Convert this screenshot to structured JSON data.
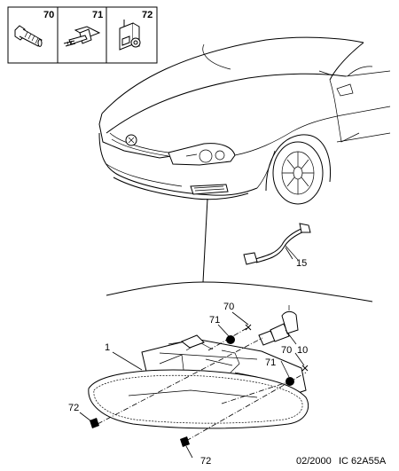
{
  "parts_box": [
    {
      "ref": "70",
      "icon": "bolt-icon"
    },
    {
      "ref": "71",
      "icon": "clip-bolt-icon"
    },
    {
      "ref": "72",
      "icon": "spring-clip-icon"
    }
  ],
  "callouts": {
    "c1": "1",
    "c10": "10",
    "c15": "15",
    "c70a": "70",
    "c70b": "70",
    "c71a": "71",
    "c71b": "71",
    "c72a": "72",
    "c72b": "72"
  },
  "footer": {
    "date": "02/2000",
    "code": "IC 62A55A"
  }
}
